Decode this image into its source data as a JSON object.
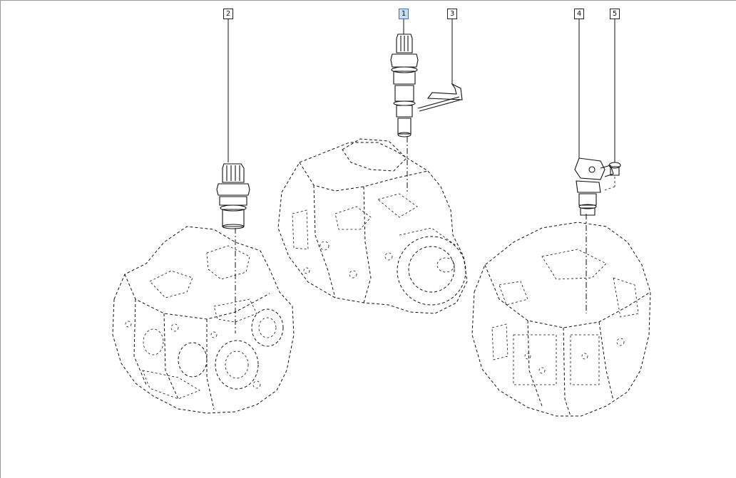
{
  "callouts": [
    {
      "label": "1",
      "selected": true
    },
    {
      "label": "2",
      "selected": false
    },
    {
      "label": "3",
      "selected": false
    },
    {
      "label": "4",
      "selected": false
    },
    {
      "label": "5",
      "selected": false
    }
  ],
  "colors": {
    "line": "#111111",
    "highlight": "#c9dcef",
    "frame": "#9a9a9a"
  }
}
